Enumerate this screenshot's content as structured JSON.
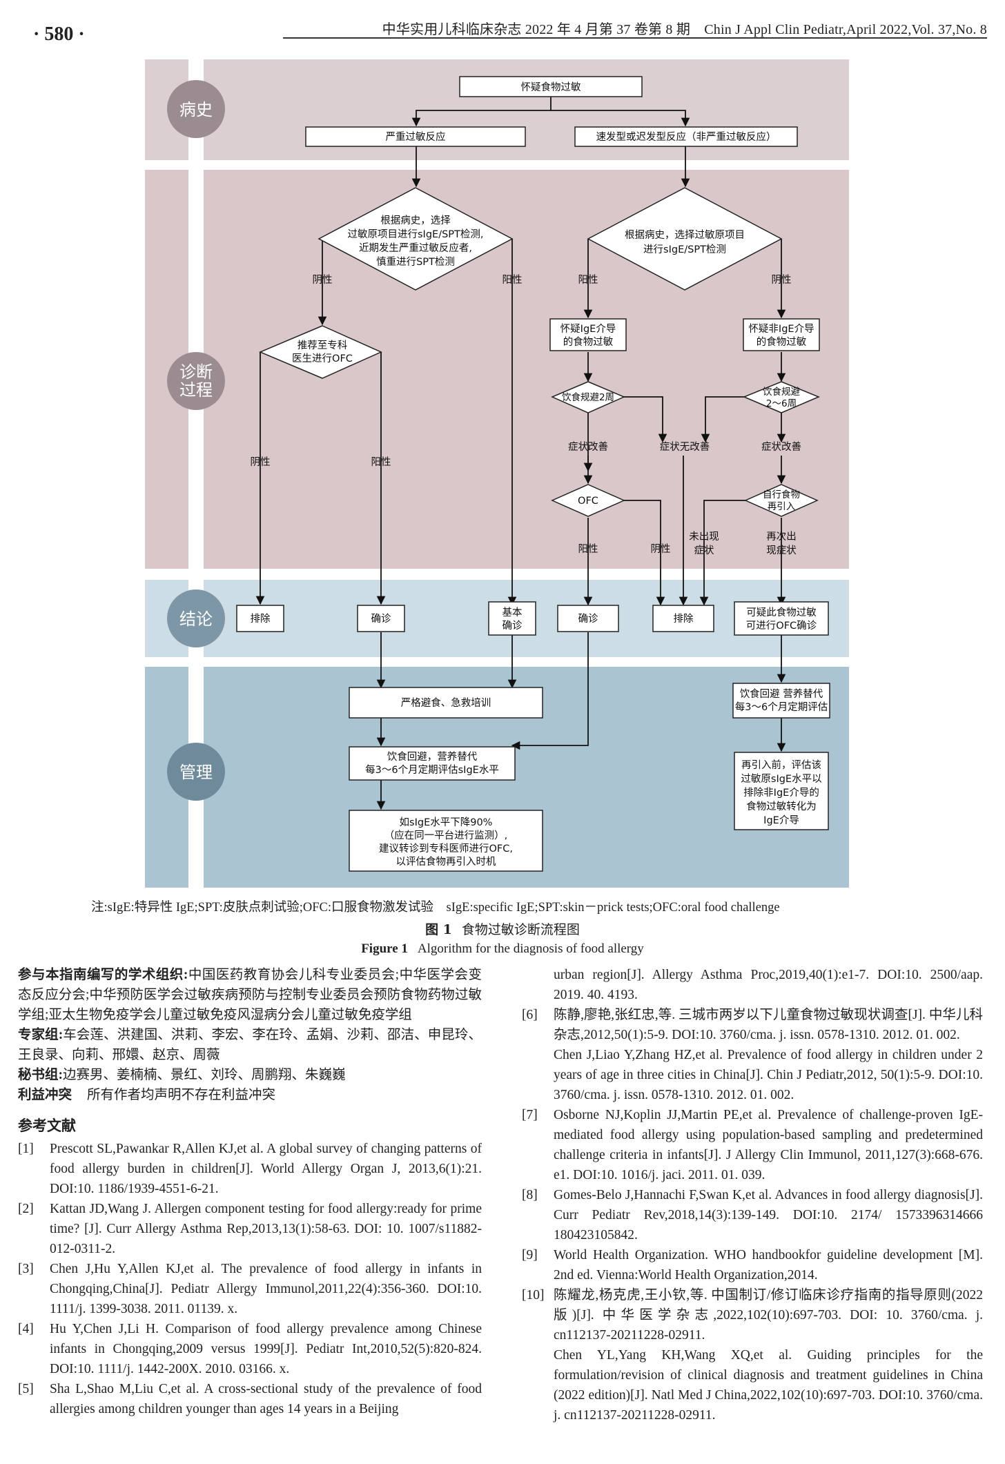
{
  "header": {
    "page_number": "· 580 ·",
    "journal_info": "中华实用儿科临床杂志 2022 年 4 月第 37 卷第 8 期　Chin J Appl Clin Pediatr,April 2022,Vol. 37,No. 8"
  },
  "flowchart": {
    "stages": {
      "history": "病史",
      "diagnosis_1": "诊断",
      "diagnosis_2": "过程",
      "conclusion": "结论",
      "management": "管理"
    },
    "nodes": {
      "suspected": "怀疑食物过敏",
      "severe": "严重过敏反应",
      "nonsevere": "速发型或迟发型反应（非严重过敏反应）",
      "test_left": [
        "根据病史，选择",
        "过敏原项目进行sIgE/SPT检测,",
        "近期发生严重过敏反应者,",
        "慎重进行SPT检测"
      ],
      "test_right": [
        "根据病史，选择过敏原项目",
        "进行sIgE/SPT检测"
      ],
      "refer_ofc": [
        "推荐至专科",
        "医生进行OFC"
      ],
      "suspect_ige": [
        "怀疑IgE介导",
        "的食物过敏"
      ],
      "suspect_nonige": [
        "怀疑非IgE介导",
        "的食物过敏"
      ],
      "avoid_2w": "饮食规避2周",
      "avoid_2_6w": [
        "饮食规避",
        "2～6周"
      ],
      "ofc": "OFC",
      "reintro": [
        "自行食物",
        "再引入"
      ],
      "exclude_1": "排除",
      "confirm_1": "确诊",
      "basic_confirm": [
        "基本",
        "确诊"
      ],
      "confirm_2": "确诊",
      "exclude_2": "排除",
      "possible": [
        "可疑此食物过敏",
        "可进行OFC确诊"
      ],
      "strict": "严格避食、急救培训",
      "diet_sige": [
        "饮食回避，营养替代",
        "每3～6个月定期评估sIgE水平"
      ],
      "diet_eval": [
        "饮食回避 营养替代",
        "每3～6个月定期评估"
      ],
      "sige_drop": [
        "如sIgE水平下降90%",
        "（应在同一平台进行监测）,",
        "建议转诊到专科医师进行OFC,",
        "以评估食物再引入时机"
      ],
      "reintro_eval": [
        "再引入前，评估该",
        "过敏原sIgE水平以",
        "排除非IgE介导的",
        "食物过敏转化为",
        "IgE介导"
      ]
    },
    "labels": {
      "neg_a": "阴性",
      "pos_a": "阳性",
      "pos_b": "阳性",
      "neg_b": "阴性",
      "neg_c": "阴性",
      "pos_c": "阳性",
      "improve_a": "症状改善",
      "no_improve": "症状无改善",
      "improve_b": "症状改善",
      "pos_d": "阳性",
      "neg_d": "阴性",
      "no_symptom": [
        "未出现",
        "症状"
      ],
      "re_symptom": [
        "再次出",
        "现症状"
      ]
    }
  },
  "figure": {
    "note": "注:sIgE:特异性 IgE;SPT:皮肤点刺试验;OFC:口服食物激发试验　sIgE:specific IgE;SPT:skin－prick tests;OFC:oral food challenge",
    "label_cn": "图 1",
    "title_cn": "食物过敏诊断流程图",
    "label_en": "Figure 1",
    "title_en": "Algorithm for the diagnosis of food allergy"
  },
  "left_column": {
    "org_label": "参与本指南编写的学术组织:",
    "org_text": "中国医药教育协会儿科专业委员会;中华医学会变态反应分会;中华预防医学会过敏疾病预防与控制专业委员会预防食物药物过敏学组;亚太生物免疫学会儿童过敏免疫风湿病分会儿童过敏免疫学组",
    "experts_label": "专家组:",
    "experts_text": "车会莲、洪建国、洪莉、李宏、李在玲、孟娟、沙莉、邵洁、申昆玲、王良录、向莉、邢嬛、赵京、周薇",
    "secretary_label": "秘书组:",
    "secretary_text": "边赛男、姜楠楠、景红、刘玲、周鹏翔、朱巍巍",
    "conflict_label": "利益冲突",
    "conflict_text": "所有作者均声明不存在利益冲突",
    "refs_title": "参考文献",
    "refs": [
      {
        "num": "[1]",
        "text": "Prescott SL,Pawankar R,Allen KJ,et al. A global survey of changing patterns of food allergy burden in children[J]. World Allergy Organ J, 2013,6(1):21. DOI:10. 1186/1939-4551-6-21."
      },
      {
        "num": "[2]",
        "text": "Kattan JD,Wang J. Allergen component testing for food allergy:ready for prime time? [J]. Curr Allergy Asthma Rep,2013,13(1):58-63. DOI: 10. 1007/s11882-012-0311-2."
      },
      {
        "num": "[3]",
        "text": "Chen J,Hu Y,Allen KJ,et al. The prevalence of food allergy in infants in Chongqing,China[J]. Pediatr Allergy Immunol,2011,22(4):356-360. DOI:10. 1111/j. 1399-3038. 2011. 01139. x."
      },
      {
        "num": "[4]",
        "text": "Hu Y,Chen J,Li H. Comparison of food allergy prevalence among Chinese infants in Chongqing,2009 versus 1999[J]. Pediatr Int,2010,52(5):820-824. DOI:10. 1111/j. 1442-200X. 2010. 03166. x."
      },
      {
        "num": "[5]",
        "text": "Sha L,Shao M,Liu C,et al. A cross-sectional study of the prevalence of food allergies among children younger than ages 14 years in a Beijing"
      }
    ]
  },
  "right_column": {
    "ref5_cont": "urban region[J]. Allergy Asthma Proc,2019,40(1):e1-7. DOI:10. 2500/aap. 2019. 40. 4193.",
    "refs": [
      {
        "num": "[6]",
        "text": "陈静,廖艳,张红忠,等. 三城市两岁以下儿童食物过敏现状调查[J]. 中华儿科杂志,2012,50(1):5-9. DOI:10. 3760/cma. j. issn. 0578-1310. 2012. 01. 002.",
        "sub": "Chen J,Liao Y,Zhang HZ,et al. Prevalence of food allergy in children under 2 years of age in three cities in China[J]. Chin J Pediatr,2012, 50(1):5-9. DOI:10. 3760/cma. j. issn. 0578-1310. 2012. 01. 002."
      },
      {
        "num": "[7]",
        "text": "Osborne NJ,Koplin JJ,Martin PE,et al. Prevalence of challenge-proven IgE-mediated food allergy using population-based sampling and predetermined challenge criteria in infants[J]. J Allergy Clin Immunol, 2011,127(3):668-676. e1. DOI:10. 1016/j. jaci. 2011. 01. 039.",
        "sub": ""
      },
      {
        "num": "[8]",
        "text": "Gomes-Belo J,Hannachi F,Swan K,et al. Advances in food allergy diagnosis[J]. Curr Pediatr Rev,2018,14(3):139-149. DOI:10. 2174/ 1573396314666 180423105842.",
        "sub": ""
      },
      {
        "num": "[9]",
        "text": "World Health Organization. WHO handbookfor guideline development [M]. 2nd ed. Vienna:World Health Organization,2014.",
        "sub": ""
      },
      {
        "num": "[10]",
        "text": "陈耀龙,杨克虎,王小钦,等. 中国制订/修订临床诊疗指南的指导原则(2022 版)[J]. 中华医学杂志,2022,102(10):697-703. DOI: 10. 3760/cma. j. cn112137-20211228-02911.",
        "sub": "Chen YL,Yang KH,Wang XQ,et al. Guiding principles for the formulation/revision of clinical diagnosis and treatment guidelines in China (2022 edition)[J]. Natl Med J China,2022,102(10):697-703. DOI:10. 3760/cma. j. cn112137-20211228-02911."
      }
    ]
  }
}
